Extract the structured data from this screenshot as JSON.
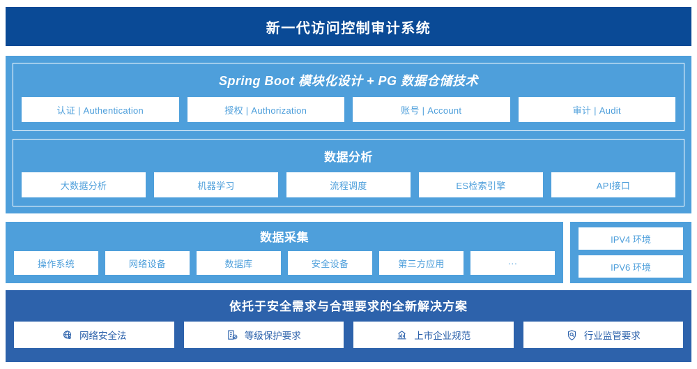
{
  "header": {
    "title": "新一代访问控制审计系统"
  },
  "platform": {
    "core": {
      "title": "Spring Boot 模块化设计 + PG 数据仓储技术",
      "cards": [
        {
          "label": "认证 | Authentication"
        },
        {
          "label": "授权 | Authorization"
        },
        {
          "label": "账号 | Account"
        },
        {
          "label": "审计 | Audit"
        }
      ]
    },
    "analysis": {
      "title": "数据分析",
      "cards": [
        {
          "label": "大数据分析"
        },
        {
          "label": "机器学习"
        },
        {
          "label": "流程调度"
        },
        {
          "label": "ES检索引擎"
        },
        {
          "label": "API接口"
        }
      ]
    }
  },
  "collection": {
    "title": "数据采集",
    "cards": [
      {
        "label": "操作系统"
      },
      {
        "label": "网络设备"
      },
      {
        "label": "数据库"
      },
      {
        "label": "安全设备"
      },
      {
        "label": "第三方应用"
      },
      {
        "label": "···"
      }
    ]
  },
  "environments": {
    "items": [
      {
        "label": "IPV4 环境"
      },
      {
        "label": "IPV6 环境"
      }
    ]
  },
  "compliance": {
    "title": "依托于安全需求与合理要求的全新解决方案",
    "cards": [
      {
        "label": "网络安全法",
        "icon": "globe-icon"
      },
      {
        "label": "等级保护要求",
        "icon": "document-check-icon"
      },
      {
        "label": "上市企业规范",
        "icon": "bank-building-icon"
      },
      {
        "label": "行业监管要求",
        "icon": "shield-search-icon"
      }
    ]
  },
  "colors": {
    "header_navy": "#0a4a96",
    "platform_blue": "#4e9fdb",
    "compliance_blue": "#2d62ab",
    "card_white": "#ffffff"
  }
}
